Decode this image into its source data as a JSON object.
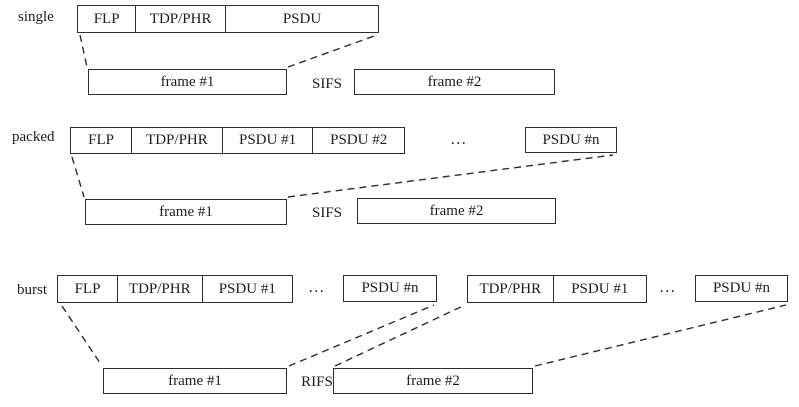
{
  "figure": {
    "background_color": "#ffffff",
    "line_color": "#2d2d2d",
    "rows": [
      {
        "label": "single",
        "segments": [
          "FLP",
          "TDP/PHR",
          "PSDU"
        ],
        "frame1": "frame #1",
        "ifs": "SIFS",
        "frame2": "frame #2"
      },
      {
        "label": "packed",
        "segments": [
          "FLP",
          "TDP/PHR",
          "PSDU #1",
          "PSDU #2"
        ],
        "ellipsis": "...",
        "psdu_n": "PSDU #n",
        "frame1": "frame #1",
        "ifs": "SIFS",
        "frame2": "frame #2"
      },
      {
        "label": "burst",
        "segments": [
          "FLP",
          "TDP/PHR",
          "PSDU #1"
        ],
        "ellipsis1": "...",
        "psdu_n1": "PSDU #n",
        "segments2": [
          "TDP/PHR",
          "PSDU #1"
        ],
        "ellipsis2": "...",
        "psdu_n2": "PSDU #n",
        "frame1": "frame #1",
        "ifs": "RIFS",
        "frame2": "frame #2"
      }
    ]
  }
}
